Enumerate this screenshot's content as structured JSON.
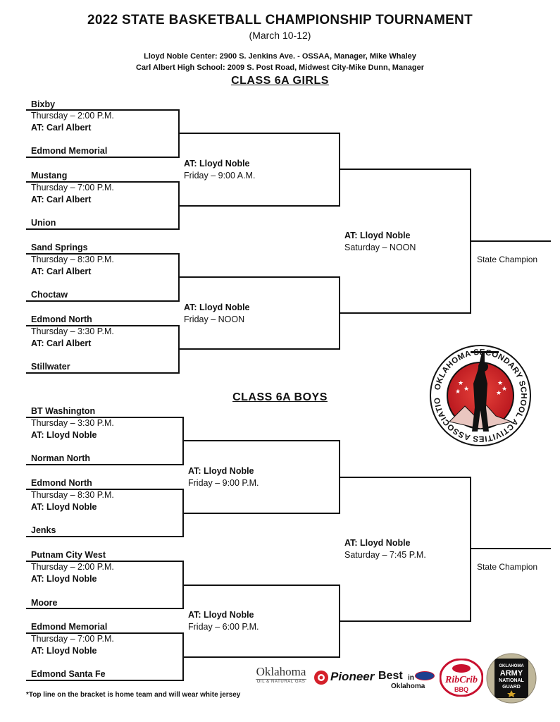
{
  "header": {
    "title": "2022 STATE  BASKETBALL  CHAMPIONSHIP  TOURNAMENT",
    "dates": "(March 10-12)",
    "venue1": "Lloyd Noble Center: 2900 S. Jenkins Ave. -  OSSAA, Manager, Mike Whaley",
    "venue2": "Carl Albert High School: 2009 S. Post Road, Midwest City-Mike Dunn, Manager"
  },
  "girls": {
    "title": "CLASS 6A GIRLS",
    "games": [
      {
        "top": "Bixby",
        "time": "Thursday – 2:00 P.M.",
        "at": "AT:  Carl Albert",
        "bottom": "Edmond Memorial"
      },
      {
        "top": "Mustang",
        "time": "Thursday – 7:00 P.M.",
        "at": "AT:  Carl Albert",
        "bottom": "Union"
      },
      {
        "top": "Sand Springs",
        "time": "Thursday – 8:30 P.M.",
        "at": "AT:  Carl Albert",
        "bottom": "Choctaw"
      },
      {
        "top": "Edmond North",
        "time": "Thursday – 3:30 P.M.",
        "at": "AT:  Carl Albert",
        "bottom": "Stillwater"
      }
    ],
    "semis": [
      {
        "at": "AT:  Lloyd Noble",
        "time": "Friday – 9:00 A.M."
      },
      {
        "at": "AT:  Lloyd Noble",
        "time": "Friday – NOON"
      }
    ],
    "final": {
      "at": "AT:  Lloyd Noble",
      "time": "Saturday – NOON"
    },
    "champion": "State Champion"
  },
  "boys": {
    "title": "CLASS 6A BOYS",
    "games": [
      {
        "top": "BT Washington",
        "time": "Thursday – 3:30 P.M.",
        "at": "AT:  Lloyd Noble",
        "bottom": "Norman North"
      },
      {
        "top": "Edmond North",
        "time": "Thursday – 8:30 P.M.",
        "at": "AT:  Lloyd Noble",
        "bottom": "Jenks"
      },
      {
        "top": "Putnam City West",
        "time": "Thursday – 2:00 P.M.",
        "at": "AT:  Lloyd Noble",
        "bottom": "Moore"
      },
      {
        "top": "Edmond Memorial",
        "time": "Thursday – 7:00 P.M.",
        "at": "AT:  Lloyd Noble",
        "bottom": "Edmond Santa Fe"
      }
    ],
    "semis": [
      {
        "at": "AT:  Lloyd Noble",
        "time": "Friday – 9:00 P.M."
      },
      {
        "at": "AT:  Lloyd Noble",
        "time": "Friday – 6:00 P.M."
      }
    ],
    "final": {
      "at": "AT:  Lloyd Noble",
      "time": "Saturday – 7:45 P.M."
    },
    "champion": "State Champion"
  },
  "footnote": "*Top line on the bracket is home team and will wear white jersey",
  "logos": {
    "osaa_ring_text": "OKLAHOMA SECONDARY SCHOOL ACTIVITIES ASSOCIATION",
    "oklahoma_main": "Oklahoma",
    "oklahoma_sub": "OIL & NATURAL GAS",
    "pioneer": "Pioneer",
    "best": "Best",
    "best_in": "in",
    "best_ok": "Oklahoma",
    "ribcrib": "RibCrib",
    "ribcrib_bbq": "BBQ",
    "guard_top": "OKLAHOMA",
    "guard_army": "ARMY",
    "guard_national": "NATIONAL",
    "guard_guard": "GUARD"
  }
}
